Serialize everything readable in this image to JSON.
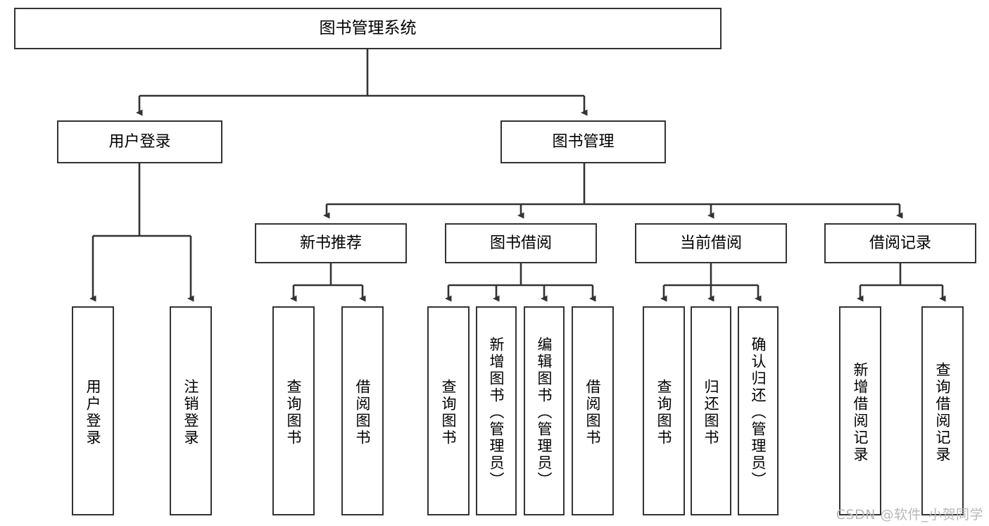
{
  "diagram": {
    "title": "图书管理系统",
    "type": "tree-hierarchy-diagram",
    "colors": {
      "stroke": "#333333",
      "fill": "#ffffff",
      "text": "#000000",
      "watermark": "#b8b8b8"
    },
    "watermark": "CSDN @软件_小贺同学",
    "nodes": {
      "root": {
        "label": "图书管理系统"
      },
      "level1": [
        {
          "id": "user-login",
          "label": "用户登录"
        },
        {
          "id": "book-management",
          "label": "图书管理"
        }
      ],
      "level2": [
        {
          "id": "new-book-recommend",
          "label": "新书推荐"
        },
        {
          "id": "book-borrow",
          "label": "图书借阅"
        },
        {
          "id": "current-borrow",
          "label": "当前借阅"
        },
        {
          "id": "borrow-record",
          "label": "借阅记录"
        }
      ],
      "leaves": {
        "user_login": [
          {
            "id": "leaf-user-login",
            "label": "用户登录"
          },
          {
            "id": "leaf-logout",
            "label": "注销登录"
          }
        ],
        "new_book_recommend": [
          {
            "id": "leaf-query-book-1",
            "label": "查询图书"
          },
          {
            "id": "leaf-borrow-book-1",
            "label": "借阅图书"
          }
        ],
        "book_borrow": [
          {
            "id": "leaf-query-book-2",
            "label": "查询图书"
          },
          {
            "id": "leaf-add-book",
            "label": "新增图书（管理员）"
          },
          {
            "id": "leaf-edit-book",
            "label": "编辑图书（管理员）"
          },
          {
            "id": "leaf-borrow-book-2",
            "label": "借阅图书"
          }
        ],
        "current_borrow": [
          {
            "id": "leaf-query-book-3",
            "label": "查询图书"
          },
          {
            "id": "leaf-return-book",
            "label": "归还图书"
          },
          {
            "id": "leaf-confirm-return",
            "label": "确认归还（管理员）"
          }
        ],
        "borrow_record": [
          {
            "id": "leaf-add-borrow-record",
            "label": "新增借阅记录"
          },
          {
            "id": "leaf-query-borrow-record",
            "label": "查询借阅记录"
          }
        ]
      }
    }
  }
}
